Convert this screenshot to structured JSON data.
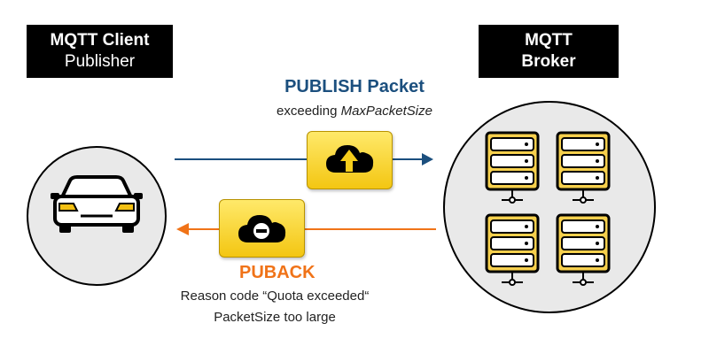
{
  "client": {
    "title": "MQTT Client",
    "subtitle": "Publisher"
  },
  "broker": {
    "title_line1": "MQTT",
    "title_line2": "Broker"
  },
  "publish": {
    "title": "PUBLISH Packet",
    "subtitle_prefix": "exceeding ",
    "subtitle_italic": "MaxPacketSize"
  },
  "puback": {
    "title": "PUBACK",
    "line1": "Reason code “Quota exceeded“",
    "line2": "PacketSize too large"
  },
  "colors": {
    "publish": "#1b4f7e",
    "puback": "#f07318",
    "packet": "#f6cd1b",
    "server": "#f6d04d"
  },
  "icons": {
    "client": "car-icon",
    "broker": "server-rack-icon",
    "publish_packet": "cloud-upload-icon",
    "puback_packet": "cloud-minus-icon"
  }
}
